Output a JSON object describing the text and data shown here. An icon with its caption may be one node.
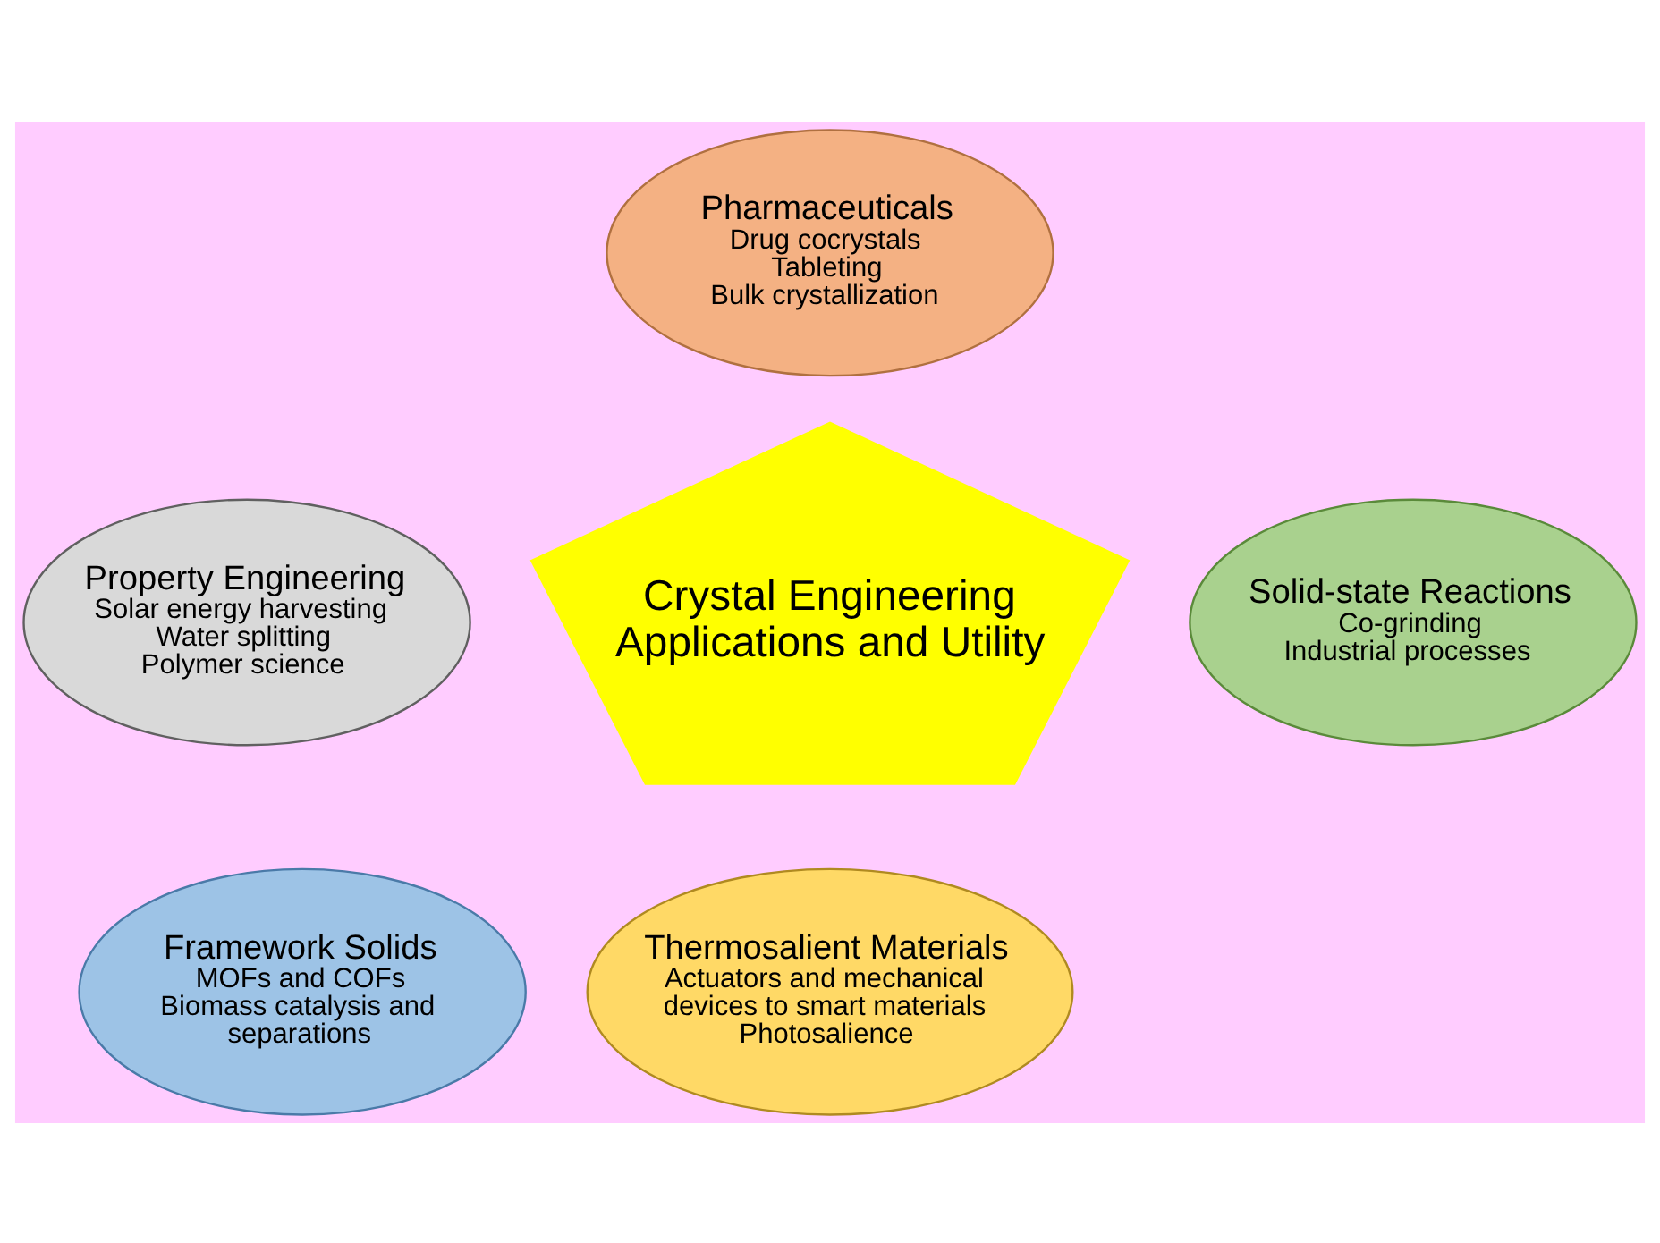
{
  "diagram": {
    "nodes": [
      {
        "text": [
          "Pharmaceuticals",
          "Drug cocrystals",
          "Tableting",
          "Bulk crystallization"
        ]
      },
      {
        "text": [
          "Property Engineering",
          "Solar energy harvesting",
          "Water splitting",
          "Polymer science"
        ]
      },
      {
        "text": [
          "Crystal Engineering Applications and Utility"
        ]
      },
      {
        "text": [
          "Solid-state Reactions",
          "Co-grinding",
          "Industrial processes"
        ]
      },
      {
        "text": [
          "Framework Solids",
          "MOFs and COFs",
          "Biomass catalysis and separations"
        ]
      },
      {
        "text": [
          "Thermosalient Materials",
          "Actuators and mechanical devices to smart materials",
          "Photosalience"
        ]
      }
    ],
    "edges": []
  }
}
